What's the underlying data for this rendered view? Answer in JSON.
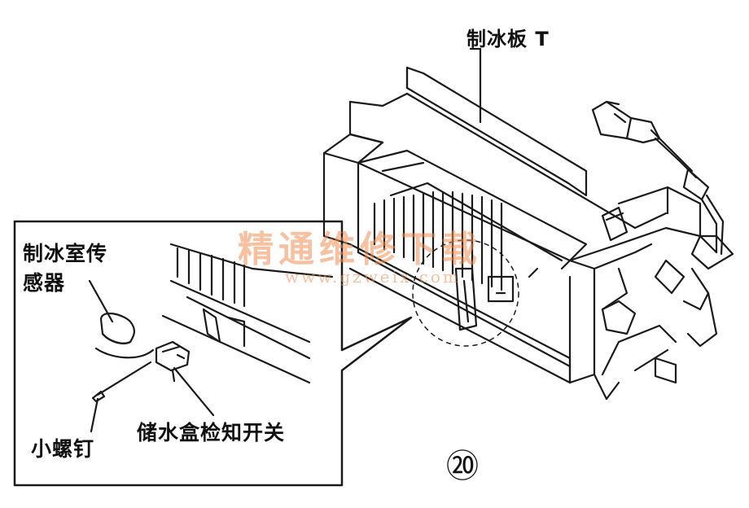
{
  "labels": {
    "ice_tray": "制冰板 T",
    "sensor_line1": "制冰室传",
    "sensor_line2": "感器",
    "screw": "小螺钉",
    "switch": "储水盒检知开关"
  },
  "figure_number": "⑳",
  "watermark": {
    "title": "精通维修下载",
    "url": "www.gzweix.com"
  },
  "colors": {
    "line": "#1a1a1a",
    "background": "#ffffff",
    "watermark": "#f08c50"
  }
}
